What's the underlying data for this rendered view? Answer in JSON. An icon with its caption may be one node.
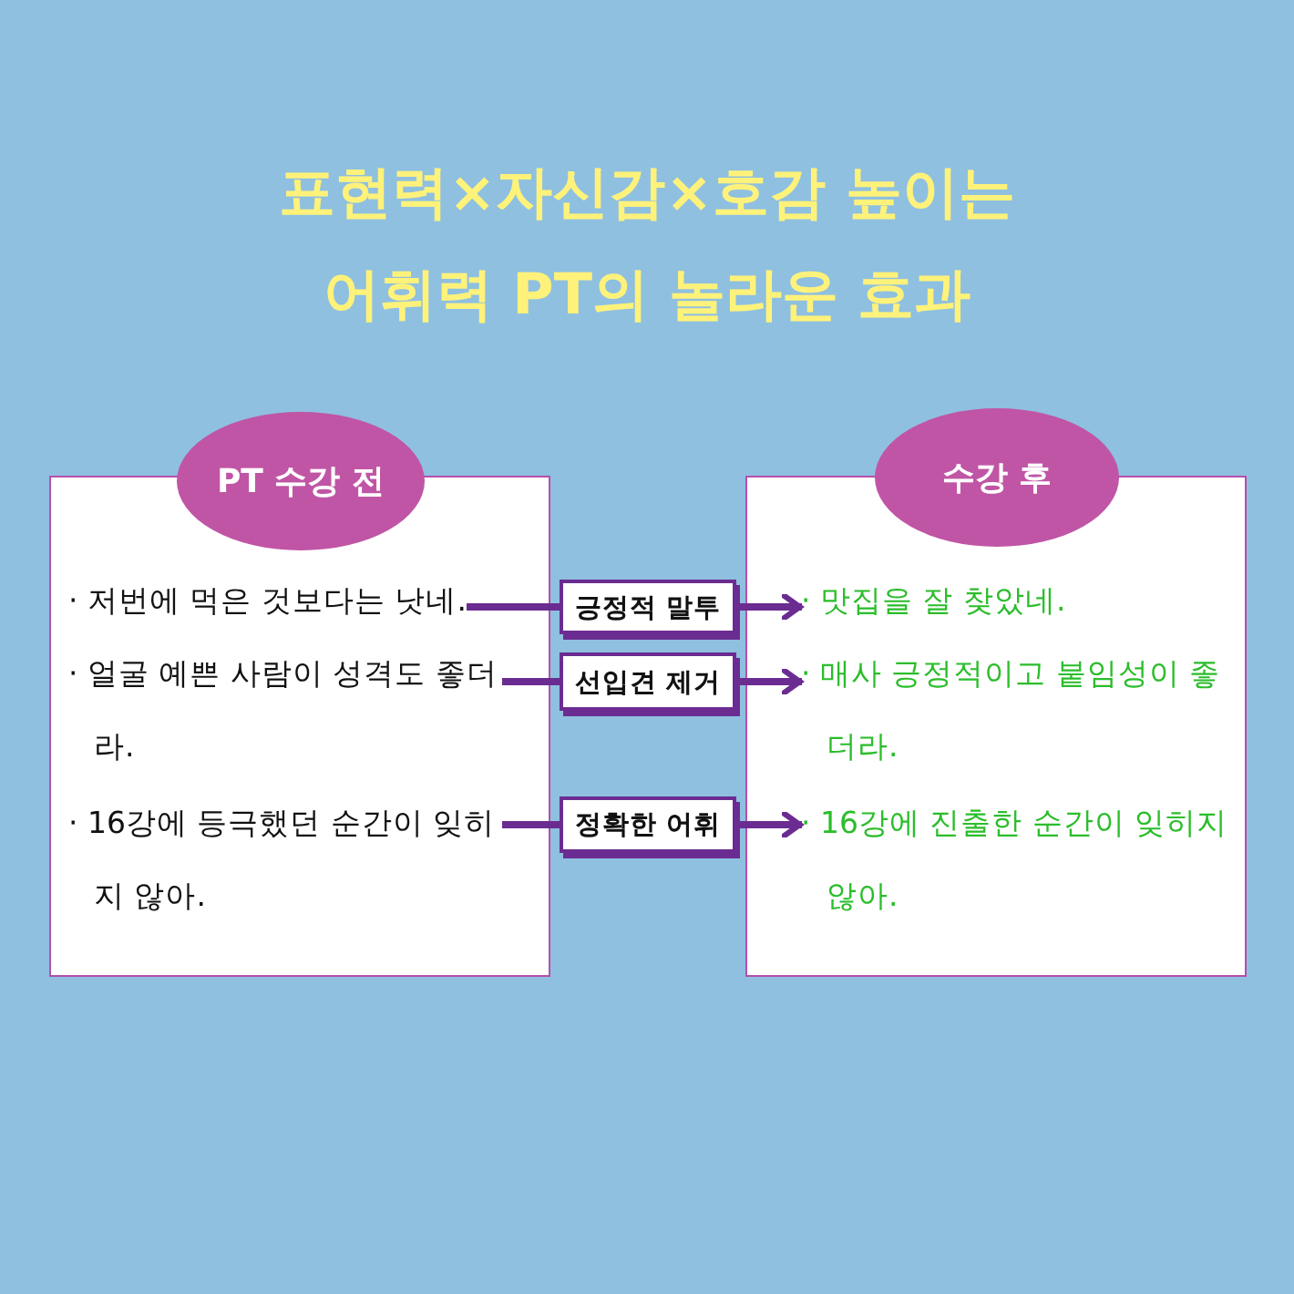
{
  "diagram": {
    "title": "표현력×자신감×호감 높이는 어휘력 PT의 놀라운 효과",
    "nodes": [
      {
        "text": [
          "PT 수강 전"
        ]
      },
      {
        "text": [],
        "shape": "box"
      },
      {
        "text": [
          "· 저번에 먹은 것보다는 낫네."
        ],
        "in": 1
      },
      {
        "text": [
          "· 얼굴 예쁜 사람이 성격도 좋더라."
        ],
        "in": 1
      },
      {
        "text": [
          "· 16강에 등극했던 순간이 잊히지 않아."
        ],
        "in": 1
      },
      {
        "text": [
          "긍정적 말투"
        ]
      },
      {
        "text": [
          "선입견 제거"
        ]
      },
      {
        "text": [
          "정확한 어휘"
        ]
      },
      {
        "text": [
          "수강 후"
        ]
      },
      {
        "text": [],
        "shape": "box"
      },
      {
        "text": [
          "· 맛집을 잘 찾았네."
        ],
        "in": 9
      },
      {
        "text": [
          "· 매사 긍정적이고 붙임성이 좋더라."
        ],
        "in": 9
      },
      {
        "text": [
          "· 16강에 진출한 순간이 잊히지 않아."
        ],
        "in": 9
      }
    ],
    "edges": [
      {
        "from": 2,
        "to": 5,
        "arrow": "none"
      },
      {
        "from": 5,
        "to": 10,
        "arrow": "to"
      },
      {
        "from": 3,
        "to": 6,
        "arrow": "none"
      },
      {
        "from": 6,
        "to": 11,
        "arrow": "to"
      },
      {
        "from": 4,
        "to": 7,
        "arrow": "none"
      },
      {
        "from": 7,
        "to": 12,
        "arrow": "to"
      }
    ]
  }
}
